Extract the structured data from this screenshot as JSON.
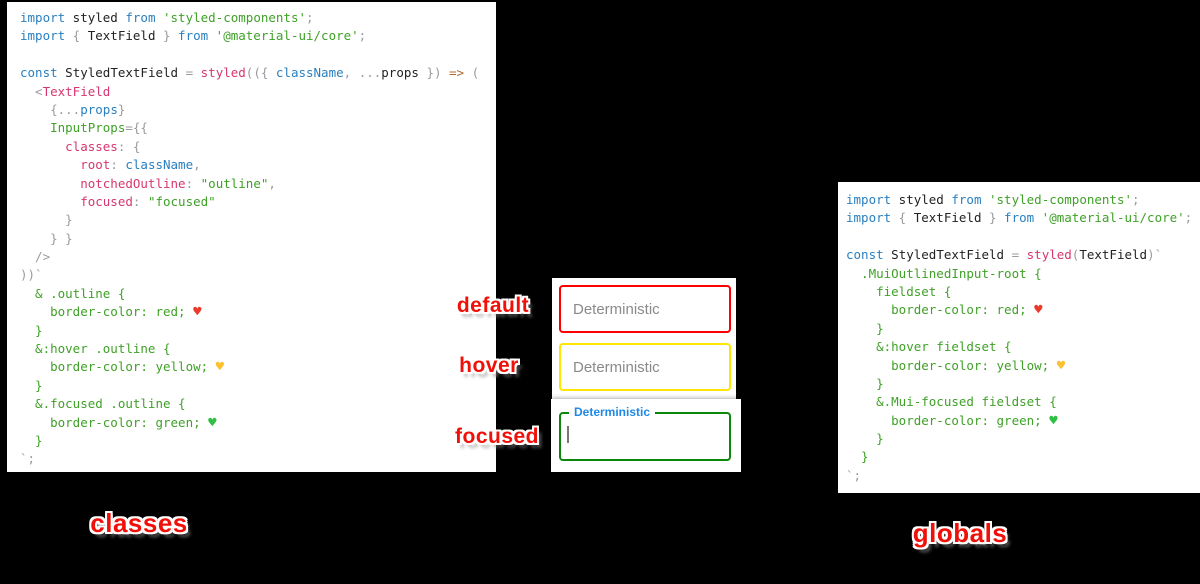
{
  "colors": {
    "keyword_blue": "#2a7fbf",
    "function_pink": "#d6366f",
    "string_green": "#3fa127",
    "punct_gray": "#9a9aa0",
    "arrow_orange": "#b0672b",
    "field_border_default": "#fe0000",
    "field_border_hover": "#ffe600",
    "field_border_focused": "#0b870b",
    "focused_label_blue": "#1e88e5",
    "placeholder_gray": "#8a8a8a",
    "annotation_red": "#ef1109"
  },
  "annotations": {
    "default": "default",
    "hover": "hover",
    "focused": "focused",
    "classes": "classes",
    "globals": "globals"
  },
  "textfields": {
    "default": {
      "placeholder": "Deterministic",
      "border_color": "red"
    },
    "hover": {
      "placeholder": "Deterministic",
      "border_color": "yellow"
    },
    "focused": {
      "label": "Deterministic",
      "value": "",
      "border_color": "green"
    }
  },
  "code_left": [
    [
      {
        "c": "kw",
        "t": "import"
      },
      {
        "c": "id",
        "t": " styled "
      },
      {
        "c": "kw",
        "t": "from"
      },
      {
        "c": "str",
        "t": " 'styled-components'"
      },
      {
        "c": "pun",
        "t": ";"
      }
    ],
    [
      {
        "c": "kw",
        "t": "import"
      },
      {
        "c": "pun",
        "t": " { "
      },
      {
        "c": "id",
        "t": "TextField"
      },
      {
        "c": "pun",
        "t": " } "
      },
      {
        "c": "kw",
        "t": "from"
      },
      {
        "c": "str",
        "t": " '@material-ui/core'"
      },
      {
        "c": "pun",
        "t": ";"
      }
    ],
    [],
    [
      {
        "c": "kw",
        "t": "const"
      },
      {
        "c": "id",
        "t": " StyledTextField "
      },
      {
        "c": "pun",
        "t": "= "
      },
      {
        "c": "fn",
        "t": "styled"
      },
      {
        "c": "pun",
        "t": "(({ "
      },
      {
        "c": "kw",
        "t": "className"
      },
      {
        "c": "pun",
        "t": ", ..."
      },
      {
        "c": "id",
        "t": "props"
      },
      {
        "c": "pun",
        "t": " })"
      },
      {
        "c": "arr",
        "t": " =>"
      },
      {
        "c": "pun",
        "t": " ("
      }
    ],
    [
      {
        "c": "pun",
        "t": "  <"
      },
      {
        "c": "fn",
        "t": "TextField"
      }
    ],
    [
      {
        "c": "pun",
        "t": "    {..."
      },
      {
        "c": "kw",
        "t": "props"
      },
      {
        "c": "pun",
        "t": "}"
      }
    ],
    [
      {
        "c": "grn",
        "t": "    InputProps"
      },
      {
        "c": "pun",
        "t": "={{"
      }
    ],
    [
      {
        "c": "fn",
        "t": "      classes"
      },
      {
        "c": "pun",
        "t": ": {"
      }
    ],
    [
      {
        "c": "fn",
        "t": "        root"
      },
      {
        "c": "pun",
        "t": ": "
      },
      {
        "c": "kw",
        "t": "className"
      },
      {
        "c": "pun",
        "t": ","
      }
    ],
    [
      {
        "c": "fn",
        "t": "        notchedOutline"
      },
      {
        "c": "pun",
        "t": ": "
      },
      {
        "c": "str",
        "t": "\"outline\""
      },
      {
        "c": "pun",
        "t": ","
      }
    ],
    [
      {
        "c": "fn",
        "t": "        focused"
      },
      {
        "c": "pun",
        "t": ": "
      },
      {
        "c": "str",
        "t": "\"focused\""
      }
    ],
    [
      {
        "c": "pun",
        "t": "      }"
      }
    ],
    [
      {
        "c": "pun",
        "t": "    } }"
      }
    ],
    [
      {
        "c": "pun",
        "t": "  />"
      }
    ],
    [
      {
        "c": "pun",
        "t": "))`"
      }
    ],
    [
      {
        "c": "grn",
        "t": "  & .outline {"
      }
    ],
    [
      {
        "c": "grn",
        "t": "    border-color: red; "
      },
      {
        "c": "hr",
        "t": "♥"
      }
    ],
    [
      {
        "c": "grn",
        "t": "  }"
      }
    ],
    [
      {
        "c": "grn",
        "t": "  &:hover .outline {"
      }
    ],
    [
      {
        "c": "grn",
        "t": "    border-color: yellow; "
      },
      {
        "c": "hy",
        "t": "♥"
      }
    ],
    [
      {
        "c": "grn",
        "t": "  }"
      }
    ],
    [
      {
        "c": "grn",
        "t": "  &.focused .outline {"
      }
    ],
    [
      {
        "c": "grn",
        "t": "    border-color: green; "
      },
      {
        "c": "hg",
        "t": "♥"
      }
    ],
    [
      {
        "c": "grn",
        "t": "  }"
      }
    ],
    [
      {
        "c": "pun",
        "t": "`;"
      }
    ]
  ],
  "code_right": [
    [
      {
        "c": "kw",
        "t": "import"
      },
      {
        "c": "id",
        "t": " styled "
      },
      {
        "c": "kw",
        "t": "from"
      },
      {
        "c": "str",
        "t": " 'styled-components'"
      },
      {
        "c": "pun",
        "t": ";"
      }
    ],
    [
      {
        "c": "kw",
        "t": "import"
      },
      {
        "c": "pun",
        "t": " { "
      },
      {
        "c": "id",
        "t": "TextField"
      },
      {
        "c": "pun",
        "t": " } "
      },
      {
        "c": "kw",
        "t": "from"
      },
      {
        "c": "str",
        "t": " '@material-ui/core'"
      },
      {
        "c": "pun",
        "t": ";"
      }
    ],
    [],
    [
      {
        "c": "kw",
        "t": "const"
      },
      {
        "c": "id",
        "t": " StyledTextField "
      },
      {
        "c": "pun",
        "t": "= "
      },
      {
        "c": "fn",
        "t": "styled"
      },
      {
        "c": "pun",
        "t": "("
      },
      {
        "c": "id",
        "t": "TextField"
      },
      {
        "c": "pun",
        "t": ")`"
      }
    ],
    [
      {
        "c": "grn",
        "t": "  .MuiOutlinedInput-root {"
      }
    ],
    [
      {
        "c": "grn",
        "t": "    fieldset {"
      }
    ],
    [
      {
        "c": "grn",
        "t": "      border-color: red; "
      },
      {
        "c": "hr",
        "t": "♥"
      }
    ],
    [
      {
        "c": "grn",
        "t": "    }"
      }
    ],
    [
      {
        "c": "grn",
        "t": "    &:hover fieldset {"
      }
    ],
    [
      {
        "c": "grn",
        "t": "      border-color: yellow; "
      },
      {
        "c": "hy",
        "t": "♥"
      }
    ],
    [
      {
        "c": "grn",
        "t": "    }"
      }
    ],
    [
      {
        "c": "grn",
        "t": "    &.Mui-focused fieldset {"
      }
    ],
    [
      {
        "c": "grn",
        "t": "      border-color: green; "
      },
      {
        "c": "hg",
        "t": "♥"
      }
    ],
    [
      {
        "c": "grn",
        "t": "    }"
      }
    ],
    [
      {
        "c": "grn",
        "t": "  }"
      }
    ],
    [
      {
        "c": "pun",
        "t": "`;"
      }
    ]
  ]
}
